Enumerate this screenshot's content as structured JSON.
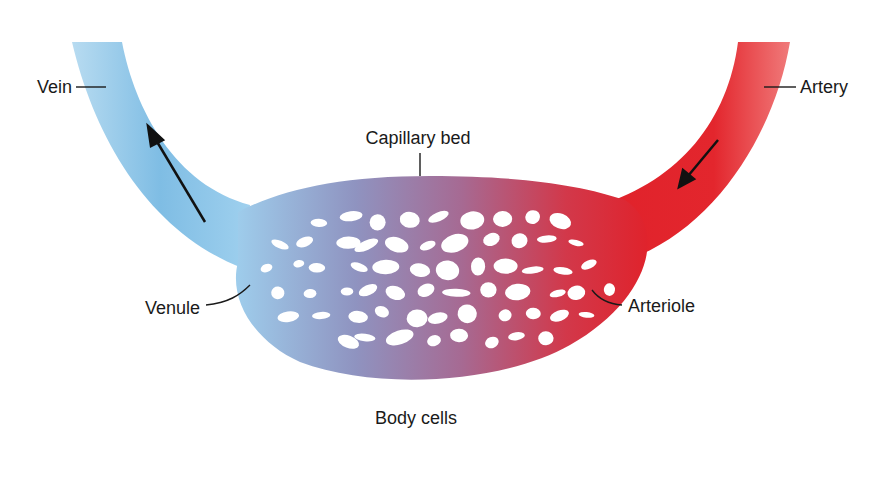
{
  "diagram": {
    "labels": [
      "Vein",
      "Capillary bed",
      "Artery",
      "Venule",
      "Arteriole",
      "Body cells"
    ]
  }
}
